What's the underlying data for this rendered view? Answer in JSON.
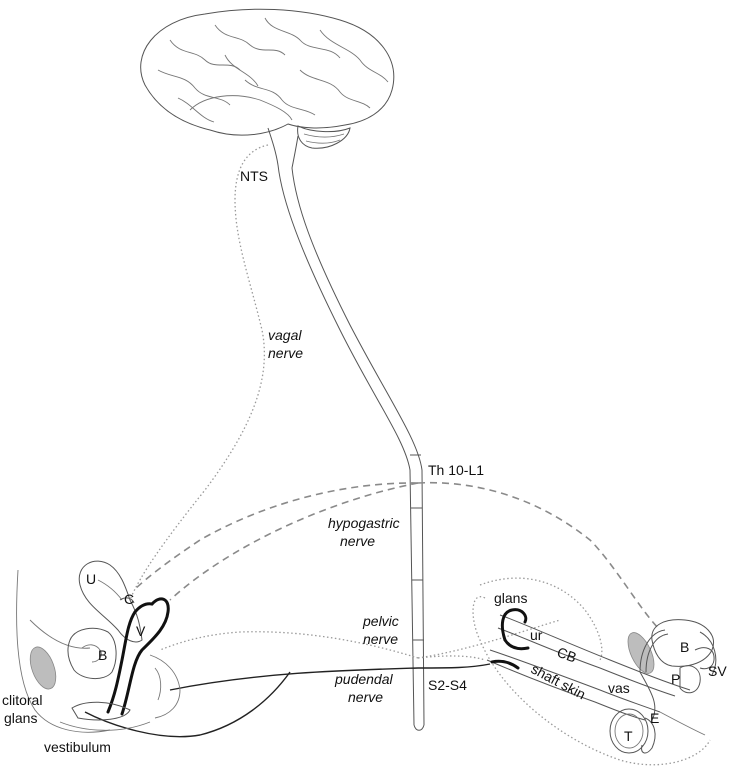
{
  "labels": {
    "nts": "NTS",
    "vagal_1": "vagal",
    "vagal_2": "nerve",
    "th": "Th 10-L1",
    "hypogastric_1": "hypogastric",
    "hypogastric_2": "nerve",
    "pelvic_1": "pelvic",
    "pelvic_2": "nerve",
    "pudendal_1": "pudendal",
    "pudendal_2": "nerve",
    "s2s4": "S2-S4",
    "u": "U",
    "c": "C",
    "v": "V",
    "b_left": "B",
    "clitoral_1": "clitoral",
    "clitoral_2": "glans",
    "vestibulum": "vestibulum",
    "glans": "glans",
    "ur": "ur",
    "cb": "CB",
    "shaft_skin": "shaft skin",
    "vas": "vas",
    "b_right": "B",
    "p": "P",
    "sv": "SV",
    "e": "E",
    "t": "T"
  }
}
